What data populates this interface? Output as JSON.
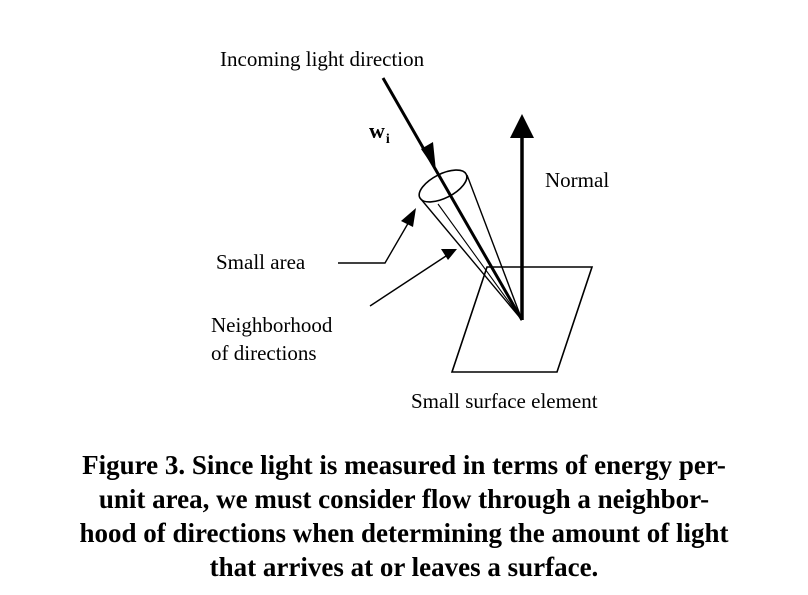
{
  "diagram": {
    "labels": {
      "incoming_light": "Incoming light direction",
      "wi_base": "w",
      "wi_subscript": "i",
      "normal": "Normal",
      "small_area": "Small area",
      "neighborhood_line1": "Neighborhood",
      "neighborhood_line2": "of directions",
      "surface_element": "Small surface element"
    }
  },
  "caption": {
    "lines": [
      "Figure 3.  Since light is measured in terms of energy per-",
      "unit area, we must consider flow through a neighbor-",
      "hood of directions when determining the amount of light",
      "that arrives at or leaves a surface."
    ]
  }
}
